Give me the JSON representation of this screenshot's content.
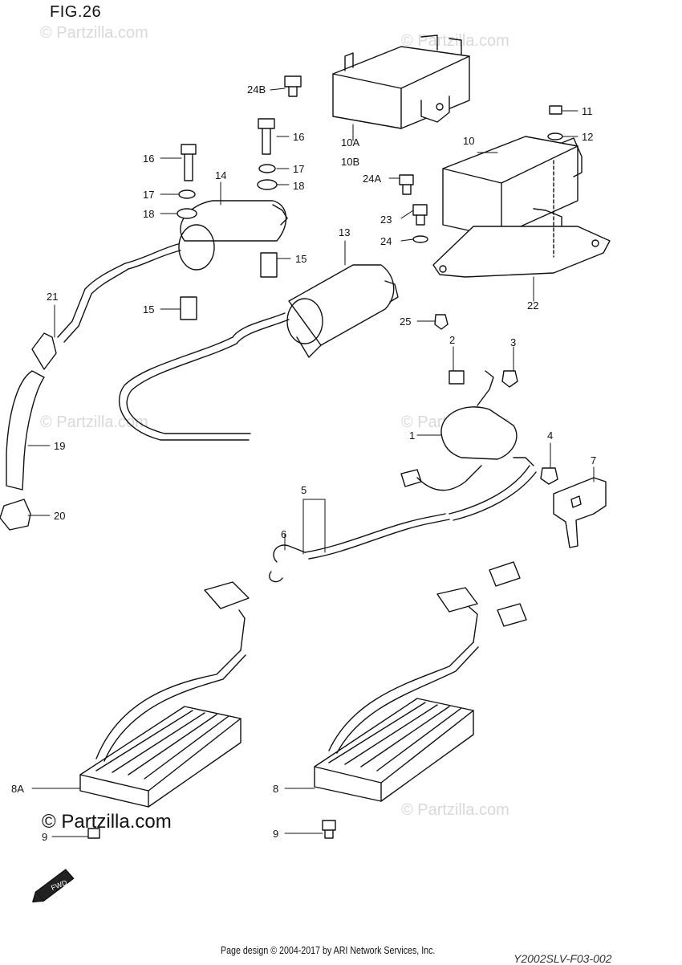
{
  "figure": {
    "title": "FIG.26"
  },
  "footer": {
    "credit": "Page design © 2004-2017 by ARI Network Services, Inc.",
    "code": "Y2002SLV-F03-002"
  },
  "watermark": {
    "text": "© Partzilla.com"
  },
  "badge": {
    "fwd": "FWD"
  },
  "callouts": {
    "c1": "1",
    "c2": "2",
    "c3": "3",
    "c4": "4",
    "c5": "5",
    "c6": "6",
    "c7": "7",
    "c8": "8",
    "c8a": "8A",
    "c9a": "9",
    "c9b": "9",
    "c10": "10",
    "c10a": "10A",
    "c10b": "10B",
    "c11": "11",
    "c12": "12",
    "c13": "13",
    "c14": "14",
    "c15a": "15",
    "c15b": "15",
    "c16a": "16",
    "c16b": "16",
    "c17a": "17",
    "c17b": "17",
    "c18a": "18",
    "c18b": "18",
    "c19": "19",
    "c20": "20",
    "c21": "21",
    "c22": "22",
    "c23": "23",
    "c24": "24",
    "c24a": "24A",
    "c24b": "24B",
    "c25": "25"
  }
}
